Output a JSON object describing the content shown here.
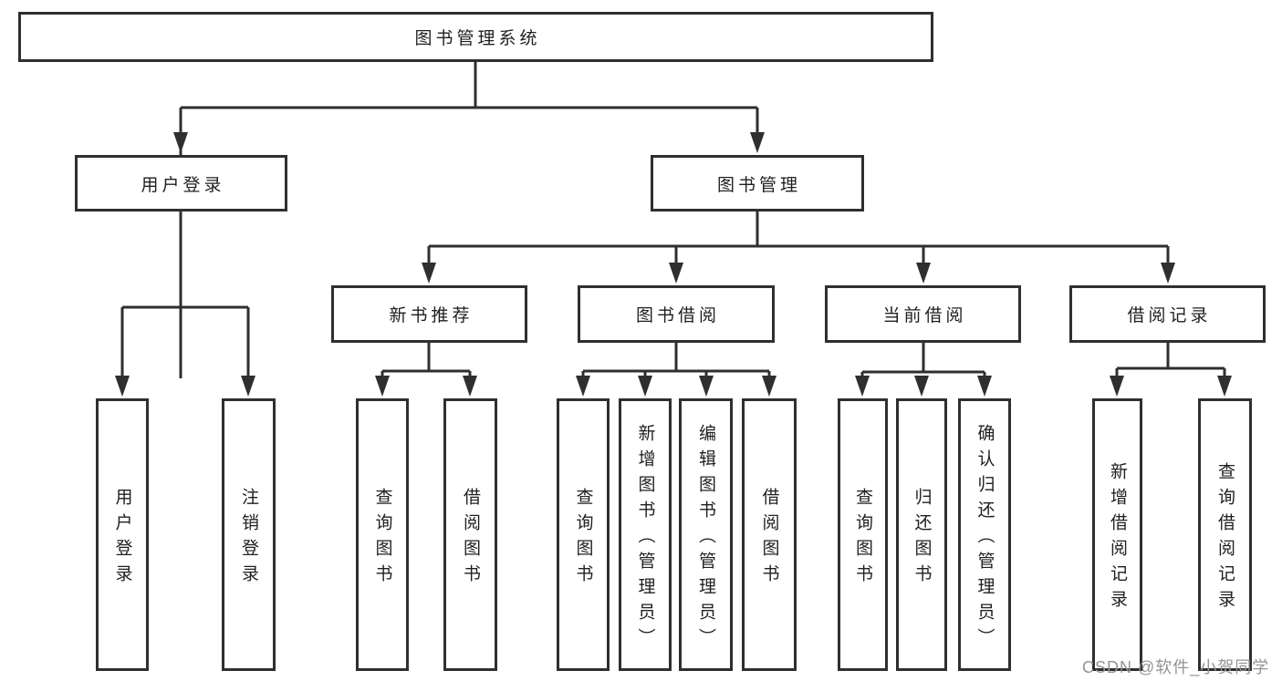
{
  "tree": {
    "label": "图书管理系统",
    "children": [
      {
        "label": "用户登录",
        "children": [
          {
            "label": "用户登录"
          },
          {
            "label": "注销登录"
          }
        ]
      },
      {
        "label": "图书管理",
        "children": [
          {
            "label": "新书推荐",
            "children": [
              {
                "label": "查询图书"
              },
              {
                "label": "借阅图书"
              }
            ]
          },
          {
            "label": "图书借阅",
            "children": [
              {
                "label": "查询图书"
              },
              {
                "label": "新增图书（管理员）"
              },
              {
                "label": "编辑图书（管理员）"
              },
              {
                "label": "借阅图书"
              }
            ]
          },
          {
            "label": "当前借阅",
            "children": [
              {
                "label": "查询图书"
              },
              {
                "label": "归还图书"
              },
              {
                "label": "确认归还（管理员）"
              }
            ]
          },
          {
            "label": "借阅记录",
            "children": [
              {
                "label": "新增借阅记录"
              },
              {
                "label": "查询借阅记录"
              }
            ]
          }
        ]
      }
    ]
  },
  "watermark": "CSDN @软件_小贺同学",
  "colors": {
    "line": "#2f2f2f",
    "text": "#1f1f1f",
    "watermark": "#949494",
    "background": "#ffffff"
  }
}
